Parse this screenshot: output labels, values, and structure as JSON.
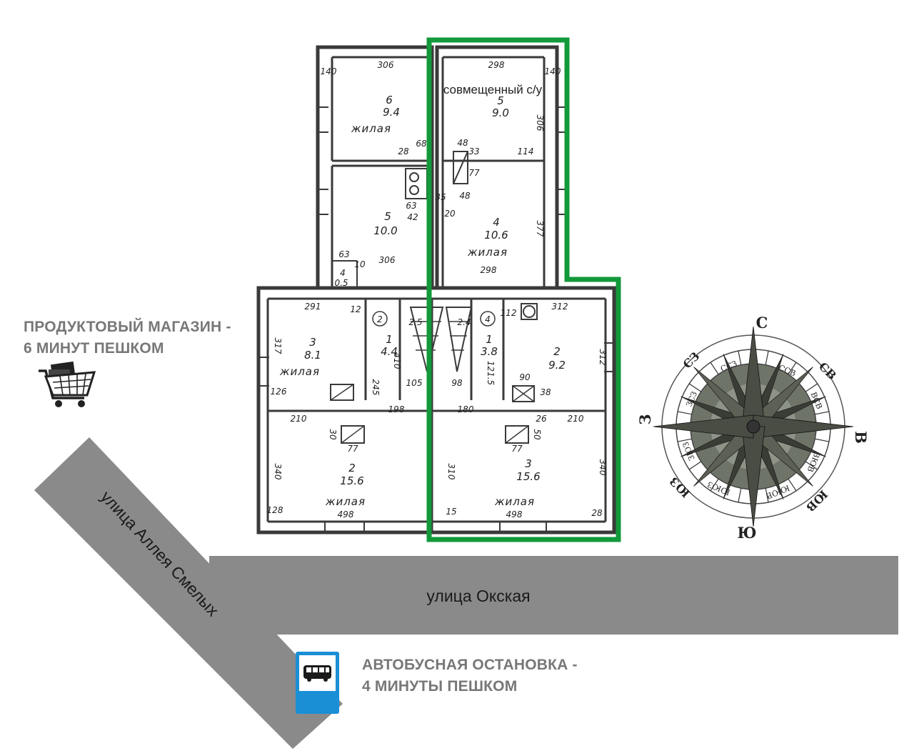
{
  "plan": {
    "rooms": [
      {
        "num": "6",
        "area": "9.4",
        "type": "жилая"
      },
      {
        "num": "5",
        "area": "9.0",
        "type": "совмещенный с/у"
      },
      {
        "num": "5",
        "area": "10.0"
      },
      {
        "num": "4",
        "area": "10.6",
        "type": "жилая"
      },
      {
        "num": "4",
        "area": "0.5"
      },
      {
        "num": "3",
        "area": "8.1",
        "type": "жилая"
      },
      {
        "num": "1",
        "area": "4.4"
      },
      {
        "num": "1",
        "area": "3.8"
      },
      {
        "num": "2",
        "area": "9.2"
      },
      {
        "num": "2",
        "area": "15.6",
        "type": "жилая"
      },
      {
        "num": "3",
        "area": "15.6",
        "type": "жилая"
      }
    ],
    "apartments": [
      "2",
      "4"
    ],
    "dims": [
      "306",
      "298",
      "140",
      "140",
      "306",
      "68",
      "28",
      "48",
      "33",
      "77",
      "48",
      "63",
      "42",
      "20",
      "35",
      "114",
      "377",
      "306",
      "298",
      "63",
      "10",
      "291",
      "12",
      "2.5",
      "2.4",
      "112",
      "312",
      "317",
      "312",
      "410",
      "105",
      "98",
      "121.5",
      "126",
      "245",
      "198",
      "180",
      "90",
      "38",
      "210",
      "30",
      "77",
      "77",
      "50",
      "26",
      "210",
      "340",
      "310",
      "340",
      "128",
      "498",
      "15",
      "498",
      "28"
    ]
  },
  "streets": {
    "diagonal": "улица Аллея Смелых",
    "horizontal": "улица Окская"
  },
  "poi": {
    "shop_line1": "ПРОДУКТОВЫЙ МАГАЗИН -",
    "shop_line2": "6 МИНУТ ПЕШКОМ",
    "bus_line1": "АВТОБУСНАЯ ОСТАНОВКА -",
    "bus_line2": "4 МИНУТЫ ПЕШКОМ"
  },
  "compass": {
    "main": [
      "С",
      "В",
      "Ю",
      "З"
    ],
    "intercardinal": [
      "СВ",
      "ЮВ",
      "ЮЗ",
      "СЗ"
    ],
    "secondary": [
      "ССВ",
      "ВСВ",
      "ВЮВ",
      "ЮЮВ",
      "ЮЮЗ",
      "ЗЮЗ",
      "ЗСЗ",
      "ССЗ"
    ]
  },
  "colors": {
    "road": "#8a8a8a",
    "highlight": "#12993a",
    "poi_text": "#777777",
    "bus_sign": "#1a8fd6",
    "compass_fill": "#6f7468"
  },
  "icons": [
    "shopping-cart-icon",
    "bus-stop-icon",
    "compass-rose-icon"
  ]
}
